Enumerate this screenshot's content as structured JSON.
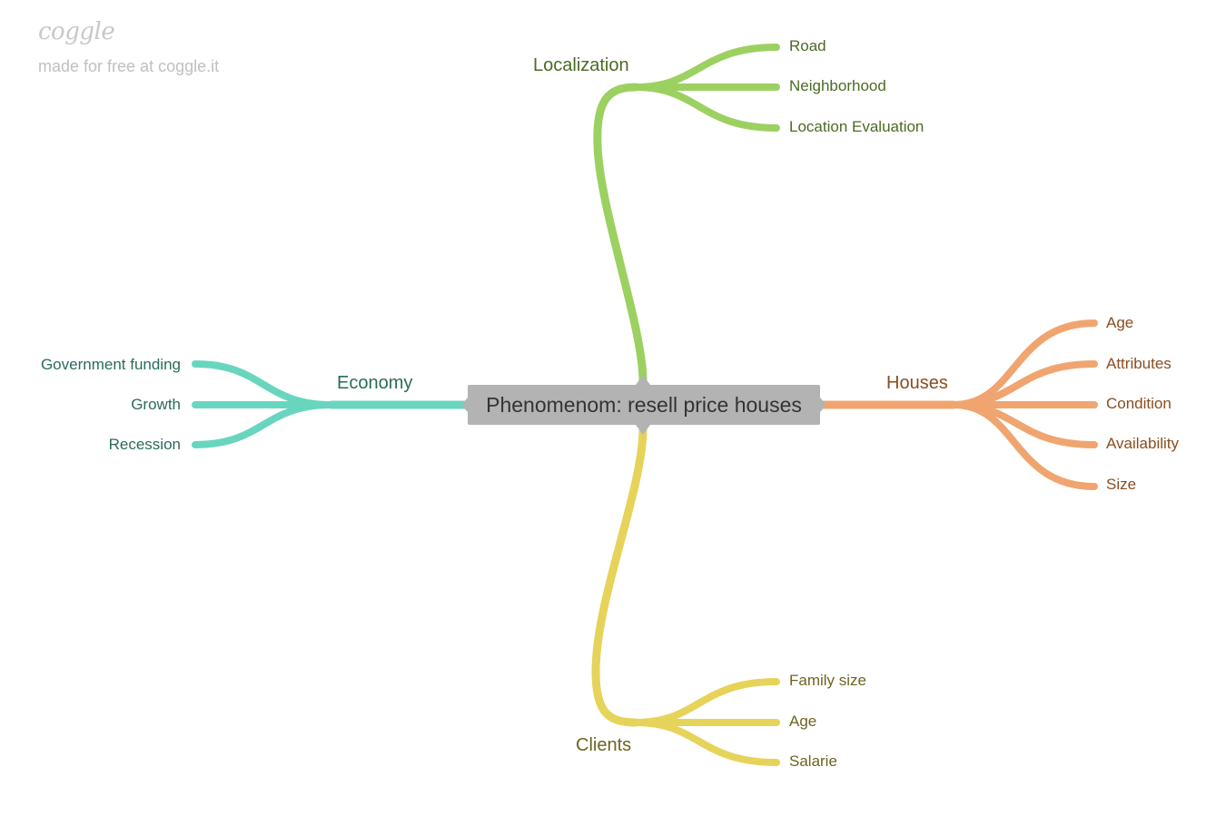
{
  "watermark": {
    "logo": "coggle",
    "tagline": "made for free at coggle.it"
  },
  "central": {
    "label": "Phenomenom: resell price houses",
    "color": "#b3b3b3",
    "text_color": "#333333"
  },
  "branches": [
    {
      "key": "localization",
      "label": "Localization",
      "color": "#9cd162",
      "text_color": "#4a6b24",
      "children": [
        "Road",
        "Neighborhood",
        "Location Evaluation"
      ]
    },
    {
      "key": "houses",
      "label": "Houses",
      "color": "#f0a570",
      "text_color": "#8a4d20",
      "children": [
        "Age",
        "Attributes",
        "Condition",
        "Availability",
        "Size"
      ]
    },
    {
      "key": "economy",
      "label": "Economy",
      "color": "#68d6bf",
      "text_color": "#2a6b5c",
      "children": [
        "Government funding",
        "Growth",
        "Recession"
      ]
    },
    {
      "key": "clients",
      "label": "Clients",
      "color": "#e6d35a",
      "text_color": "#6e6420",
      "children": [
        "Family size",
        "Age",
        "Salarie"
      ]
    }
  ]
}
